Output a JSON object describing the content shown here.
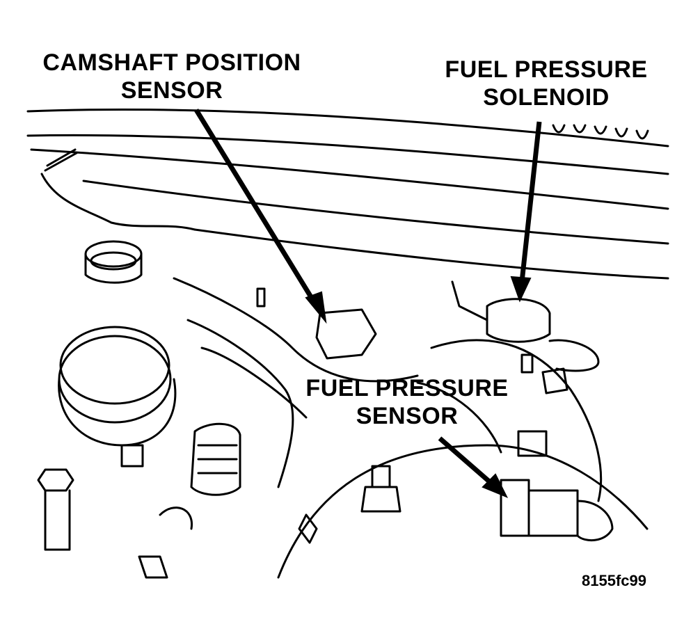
{
  "labels": {
    "camshaft": {
      "line1": "CAMSHAFT POSITION",
      "line2": "SENSOR"
    },
    "fuel_solenoid": {
      "line1": "FUEL PRESSURE",
      "line2": "SOLENOID"
    },
    "fuel_sensor": {
      "line1": "FUEL PRESSURE",
      "line2": "SENSOR"
    }
  },
  "reference_code": "8155fc99",
  "colors": {
    "ink": "#000000",
    "paper": "#ffffff"
  }
}
